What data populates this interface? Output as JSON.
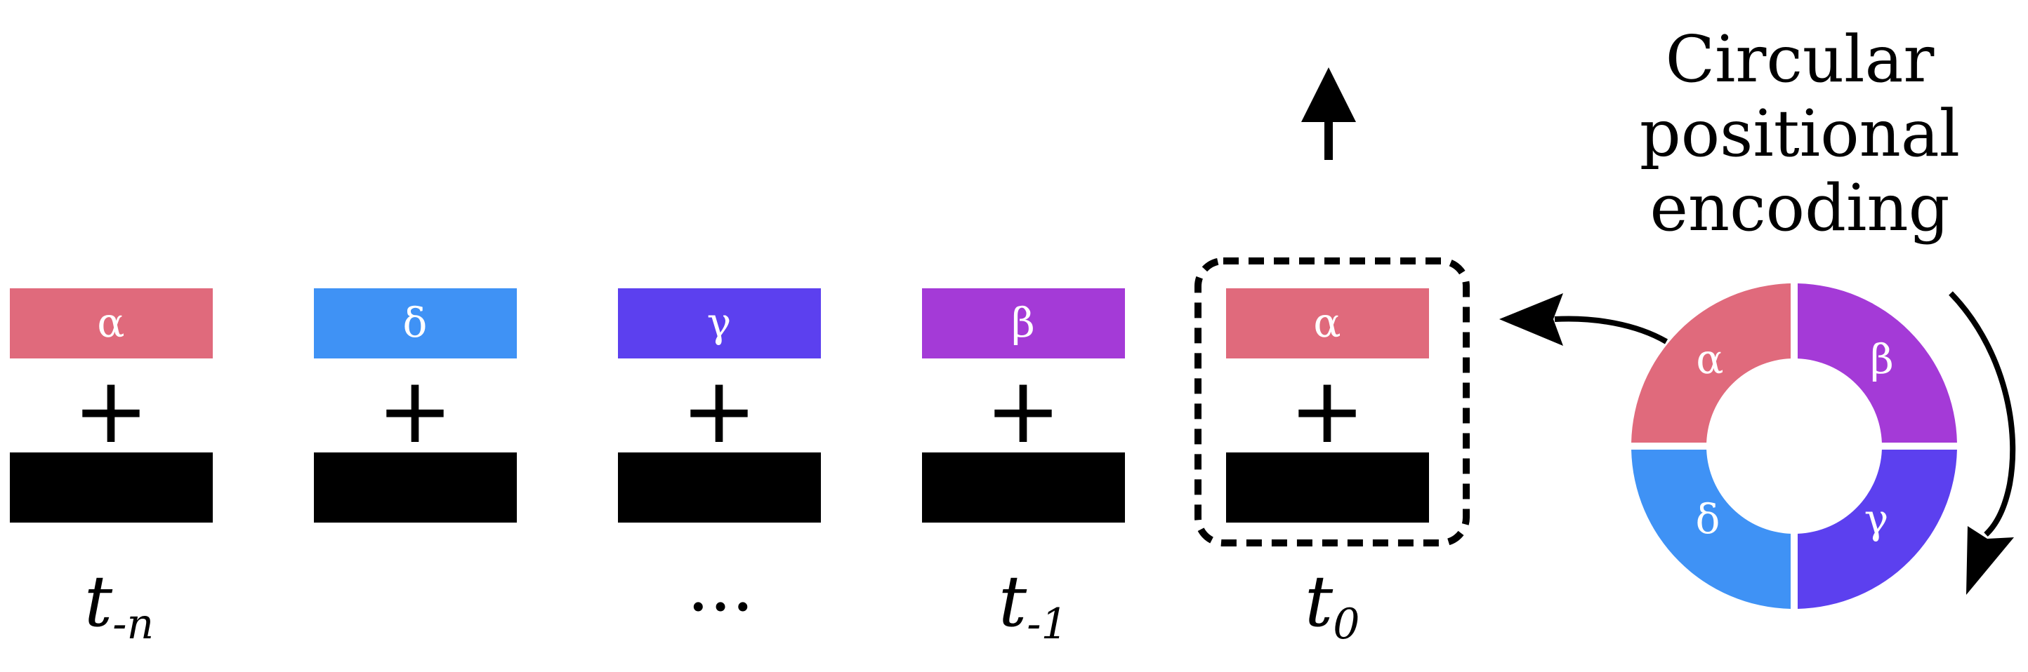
{
  "title": {
    "line1": "Circular",
    "line2": "positional",
    "line3": "encoding"
  },
  "colors": {
    "alpha": "#e06a7c",
    "beta": "#a43ad7",
    "gamma": "#5c40ef",
    "delta": "#3f92f5",
    "token": "#000000"
  },
  "plus": "+",
  "columns": [
    {
      "encoding": "α",
      "color_key": "alpha",
      "time_main": "t",
      "time_sub": "-n"
    },
    {
      "encoding": "δ",
      "color_key": "delta",
      "time_main": "",
      "time_sub": ""
    },
    {
      "encoding": "γ",
      "color_key": "gamma",
      "time_main": "...",
      "time_sub": ""
    },
    {
      "encoding": "β",
      "color_key": "beta",
      "time_main": "t",
      "time_sub": "-1"
    },
    {
      "encoding": "α",
      "color_key": "alpha",
      "time_main": "t",
      "time_sub": "0",
      "highlighted": true
    }
  ],
  "ring": {
    "segments": [
      {
        "label": "α",
        "color_key": "alpha"
      },
      {
        "label": "β",
        "color_key": "beta"
      },
      {
        "label": "γ",
        "color_key": "gamma"
      },
      {
        "label": "δ",
        "color_key": "delta"
      }
    ]
  }
}
